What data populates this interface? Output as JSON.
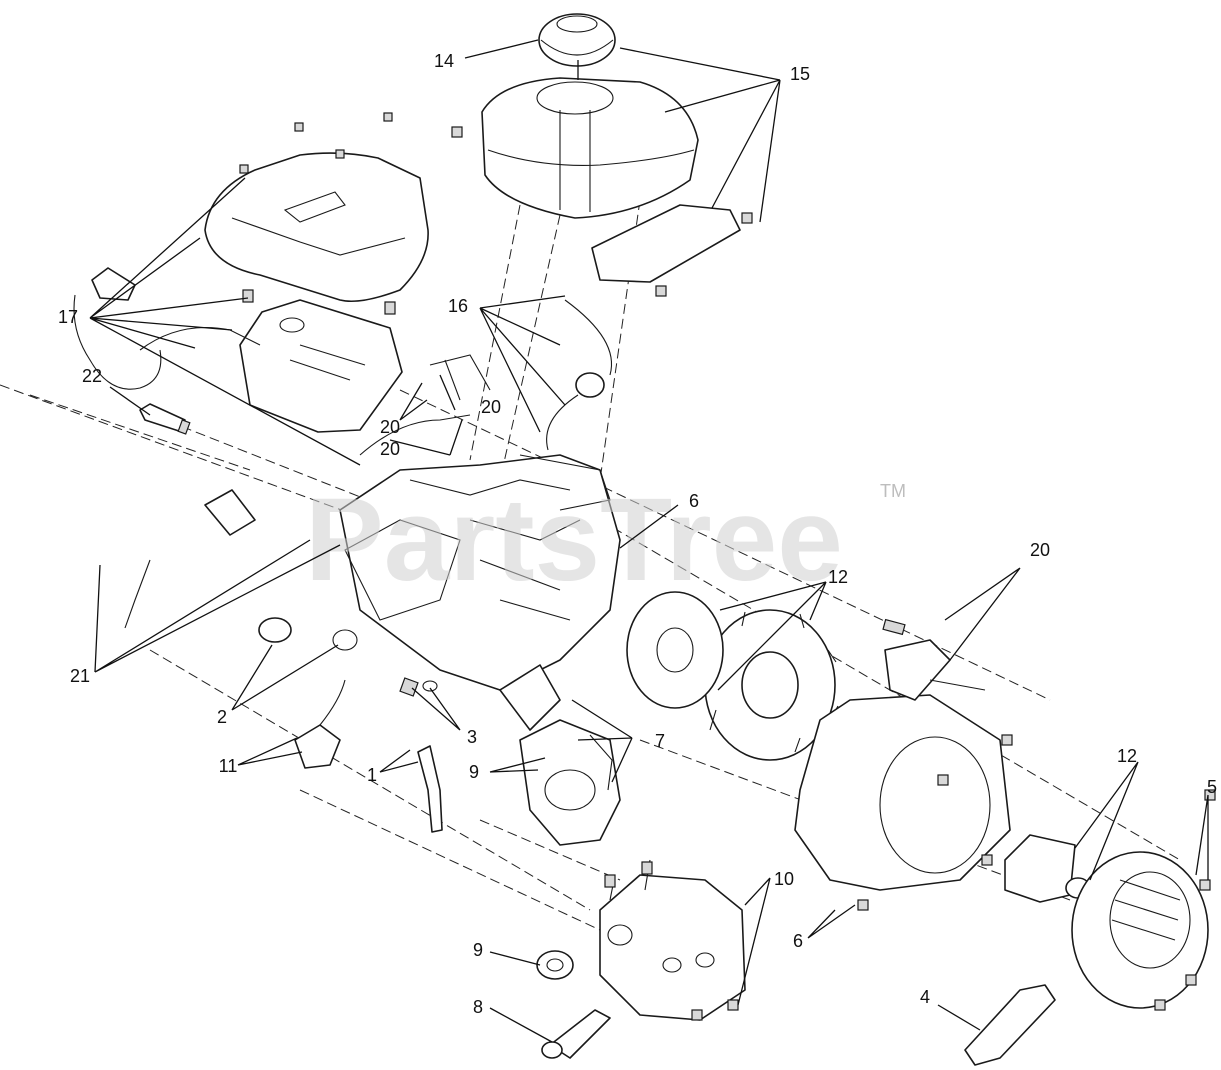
{
  "watermark": {
    "text": "PartsTree",
    "trademark": "TM"
  },
  "callouts": {
    "c1": "1",
    "c2": "2",
    "c3": "3",
    "c4": "4",
    "c5": "5",
    "c6a": "6",
    "c6b": "6",
    "c7": "7",
    "c8": "8",
    "c9a": "9",
    "c9b": "9",
    "c10": "10",
    "c11": "11",
    "c12a": "12",
    "c12b": "12",
    "c14": "14",
    "c15": "15",
    "c16": "16",
    "c17": "17",
    "c20a": "20",
    "c20b": "20",
    "c20c": "20",
    "c20d": "20",
    "c21": "21",
    "c22": "22"
  },
  "colors": {
    "line": "#1a1a1a",
    "watermark": "#cfcfcf",
    "background": "#ffffff"
  }
}
